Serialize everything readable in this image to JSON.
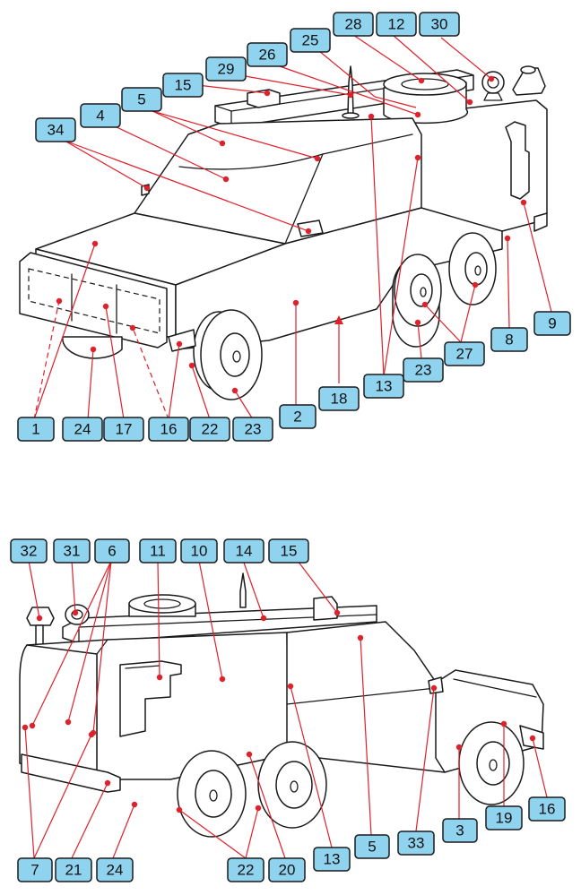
{
  "callouts_top": {
    "c1": "1",
    "c2": "2",
    "c4": "4",
    "c5": "5",
    "c8": "8",
    "c9": "9",
    "c12": "12",
    "c13": "13",
    "c15": "15",
    "c16": "16",
    "c17": "17",
    "c18": "18",
    "c22": "22",
    "c23a": "23",
    "c23b": "23",
    "c24": "24",
    "c25": "25",
    "c26": "26",
    "c27": "27",
    "c28": "28",
    "c29": "29",
    "c30": "30",
    "c34": "34"
  },
  "callouts_bottom": {
    "c32": "32",
    "c31": "31",
    "c6": "6",
    "c11": "11",
    "c10": "10",
    "c14": "14",
    "c15": "15",
    "c7": "7",
    "c21": "21",
    "c24": "24",
    "c22": "22",
    "c20": "20",
    "c13": "13",
    "c5": "5",
    "c33": "33",
    "c3": "3",
    "c19": "19",
    "c16": "16"
  },
  "colors": {
    "tag_fill": "#8fd3ef",
    "leader": "#e0202a",
    "line": "#1a1a1a"
  }
}
